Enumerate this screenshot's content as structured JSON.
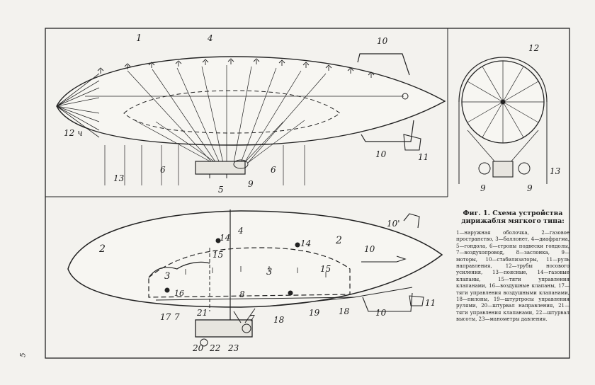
{
  "caption": {
    "title": "Фиг. 1. Схема устройства дирижабля мягкого типа:",
    "legend": "1—наружная оболочка, 2—газовое пространство, 3—баллонет, 4—диафрагма, 5—гондола, 6—стропы подвески гондолы, 7—воздухопровод, 8—заслонка, 9—моторы, 10—стабилизаторы, 11—руль направления, 12—трубы носового усиления, 13—поясные, 14—газовые клапаны, 15—тяги управления клапанами, 16—воздушные клапаны, 17—тяги управления воздушными клапанами, 18—пилоны, 19—штуртросы управления рулями, 20—штурвал направления, 21—тяги управления клапанами, 22—штурвал высоты, 23—манометры давления."
  },
  "page_number": "5",
  "labels": {
    "top": {
      "l1": "1",
      "l4": "4",
      "l10": "10",
      "l12": "12 ч",
      "l6a": "6",
      "l13": "13",
      "l5": "5",
      "l9": "9",
      "l6b": "6",
      "l10b": "10",
      "l11": "11"
    },
    "front": {
      "l12": "12",
      "l9a": "9",
      "l9b": "9",
      "l13": "13"
    },
    "bottom": {
      "l4": "4",
      "l14a": "14",
      "l2a": "2",
      "l15a": "15",
      "l3a": "3",
      "l16": "16",
      "l17": "17",
      "l7a": "7",
      "l21": "21",
      "l20": "20",
      "l22": "22",
      "l23": "23",
      "l8": "8",
      "l7b": "7",
      "l18a": "18",
      "l19": "19",
      "l18b": "18",
      "l3b": "3",
      "l15b": "15",
      "l14b": "14",
      "l2b": "2",
      "l10a": "10",
      "l10b": "10",
      "l11": "11",
      "l10c": "10'"
    }
  }
}
